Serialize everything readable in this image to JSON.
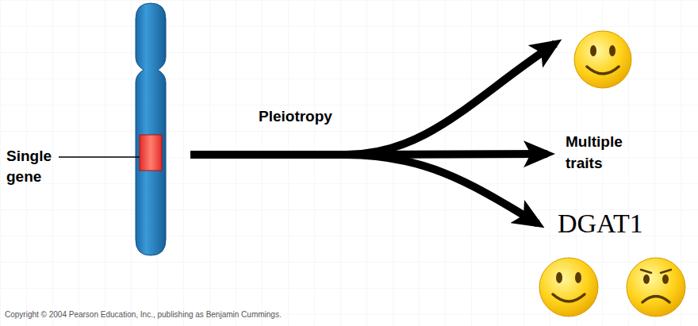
{
  "diagram": {
    "labels": [
      "Single gene",
      "Pleiotropy",
      "Multiple traits",
      "DGAT1",
      "Copyright © 2004 Pearson Education, Inc., publishing as Benjamin Cummings."
    ]
  }
}
